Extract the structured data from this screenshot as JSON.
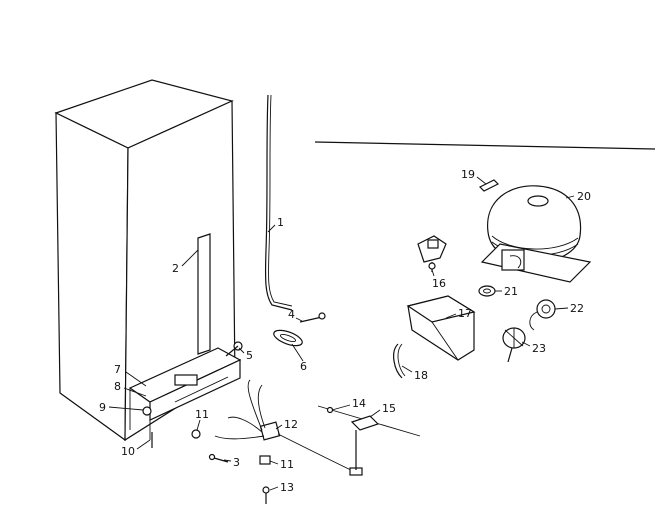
{
  "diagram": {
    "callouts": [
      {
        "label": "1"
      },
      {
        "label": "2"
      },
      {
        "label": "3"
      },
      {
        "label": "4"
      },
      {
        "label": "5"
      },
      {
        "label": "6"
      },
      {
        "label": "7"
      },
      {
        "label": "8"
      },
      {
        "label": "9"
      },
      {
        "label": "10"
      },
      {
        "label": "11"
      },
      {
        "label": "11"
      },
      {
        "label": "12"
      },
      {
        "label": "13"
      },
      {
        "label": "14"
      },
      {
        "label": "15"
      },
      {
        "label": "16"
      },
      {
        "label": "17"
      },
      {
        "label": "18"
      },
      {
        "label": "19"
      },
      {
        "label": "20"
      },
      {
        "label": "21"
      },
      {
        "label": "22"
      },
      {
        "label": "23"
      }
    ]
  }
}
